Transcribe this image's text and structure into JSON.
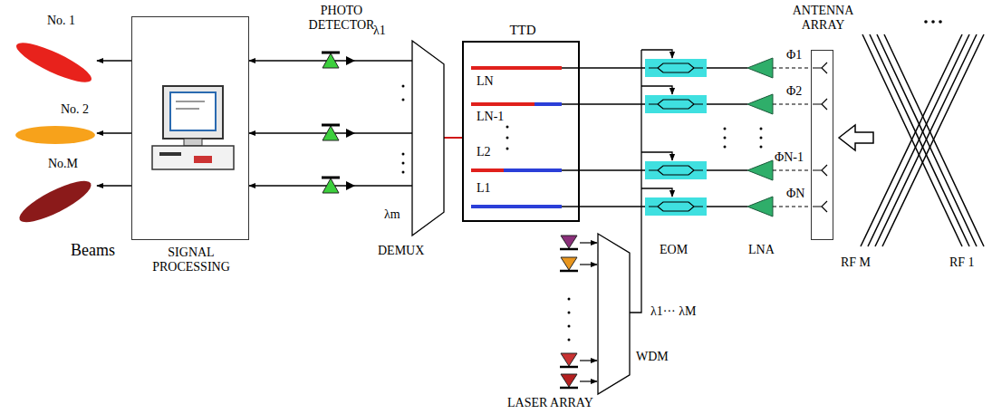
{
  "diagram": {
    "nodes": [
      {
        "text": [
          "No. 1"
        ]
      },
      {
        "text": [
          "No. 2"
        ]
      },
      {
        "text": [
          "No.M"
        ]
      },
      {
        "text": [
          "SIGNAL PROCESSING"
        ]
      },
      {
        "text": [
          "DEMUX"
        ]
      },
      {
        "text": [
          "TTD"
        ]
      },
      {
        "text": [
          "WDM"
        ]
      },
      {
        "text": [
          "ANTENNA ARRAY"
        ]
      }
    ],
    "edges": [
      {
        "from": 3,
        "to": 0,
        "arrow": "to"
      },
      {
        "from": 3,
        "to": 1,
        "arrow": "to"
      },
      {
        "from": 3,
        "to": 2,
        "arrow": "to"
      },
      {
        "from": 4,
        "to": 3,
        "arrow": "to"
      },
      {
        "from": 4,
        "to": 3,
        "arrow": "to"
      },
      {
        "from": 4,
        "to": 3,
        "arrow": "to"
      },
      {
        "from": 5,
        "to": 4,
        "arrow": "none"
      }
    ],
    "labels": [
      "PHOTO DETECTOR",
      "λ1",
      "λm",
      "LN",
      "LN-1",
      "L2",
      "L1",
      "EOM",
      "LNA",
      "Φ1",
      "Φ2",
      "ΦN-1",
      "ΦN",
      "RF M",
      "RF 1",
      "λ1··· λM",
      "LASER ARRAY",
      "Beams"
    ]
  }
}
